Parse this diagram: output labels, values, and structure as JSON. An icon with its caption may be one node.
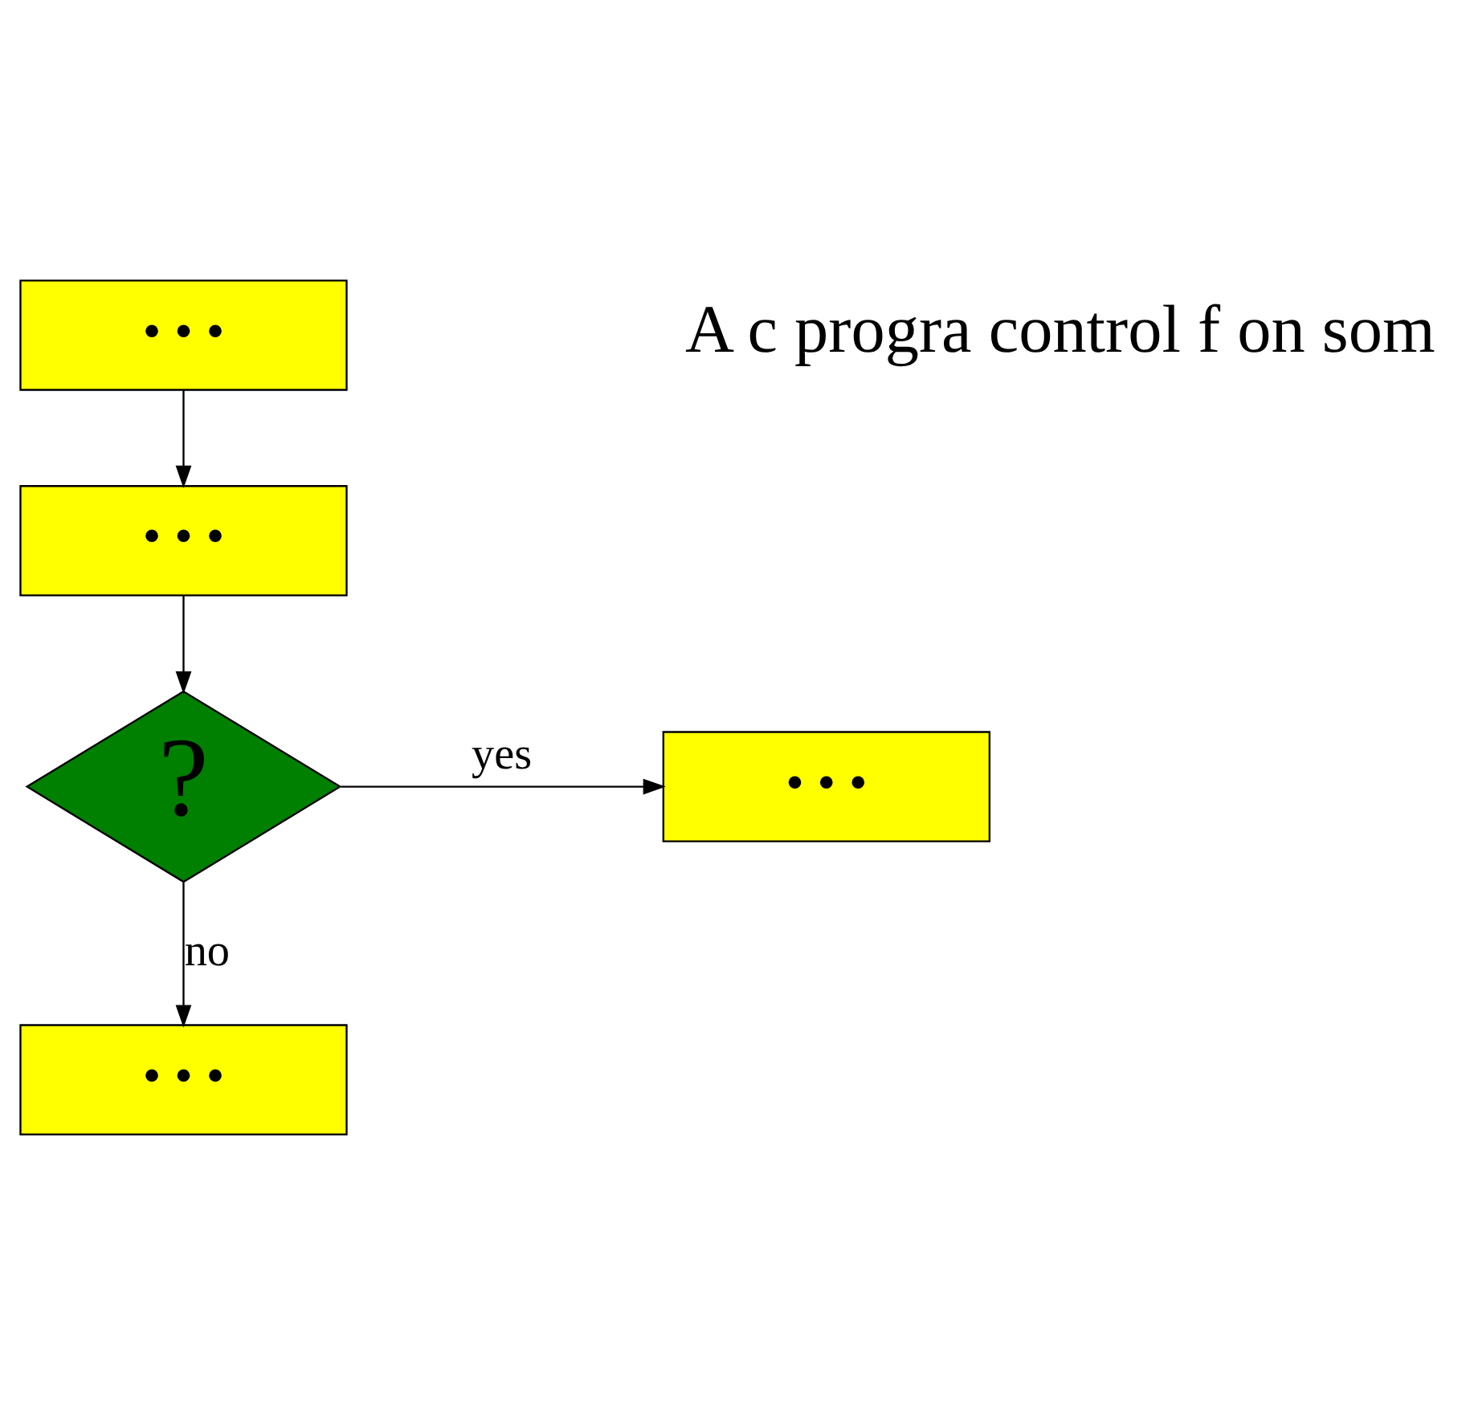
{
  "diagram": {
    "nodes": [
      {
        "text": [
          "• • •"
        ]
      },
      {
        "text": [
          "• • •"
        ]
      },
      {
        "text": [
          "?"
        ]
      },
      {
        "text": [
          "• • •"
        ]
      },
      {
        "text": [
          "• • •"
        ]
      }
    ],
    "edges": [
      {
        "from": 0,
        "to": 1,
        "arrow": "to"
      },
      {
        "from": 1,
        "to": 2,
        "arrow": "to"
      },
      {
        "from": 2,
        "to": 3,
        "arrow": "to",
        "label": "yes"
      },
      {
        "from": 2,
        "to": 4,
        "arrow": "to",
        "label": "no"
      }
    ],
    "labels": [
      "A c progra control f on som"
    ]
  }
}
